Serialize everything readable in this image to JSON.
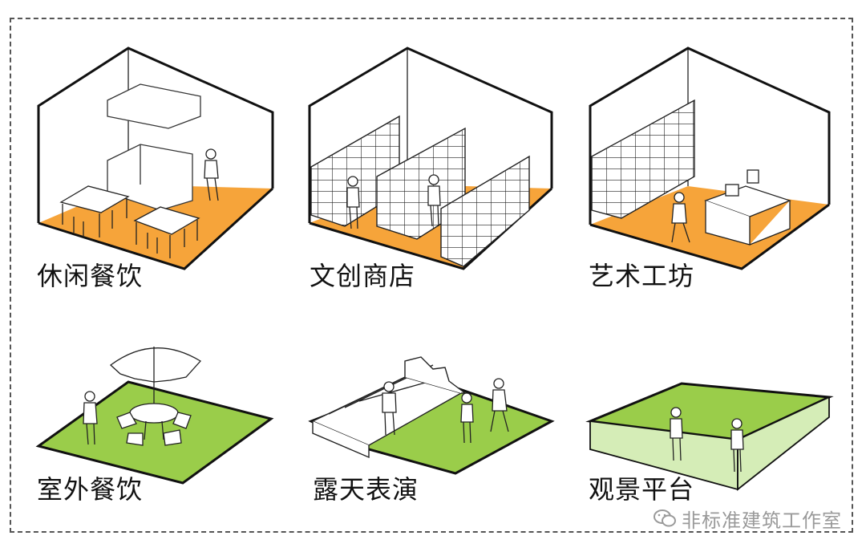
{
  "panels": [
    {
      "label": "休闲餐饮"
    },
    {
      "label": "文创商店"
    },
    {
      "label": "艺术工坊"
    },
    {
      "label": "室外餐饮"
    },
    {
      "label": "露天表演"
    },
    {
      "label": "观景平台"
    }
  ],
  "watermark": {
    "text": "非标准建筑工作室",
    "icon": "wechat-icon"
  },
  "colors": {
    "orange_floor": "#F6A43A",
    "green_lawn": "#9ACD4A",
    "light_green": "#D5EDB7",
    "outline": "#111111"
  }
}
